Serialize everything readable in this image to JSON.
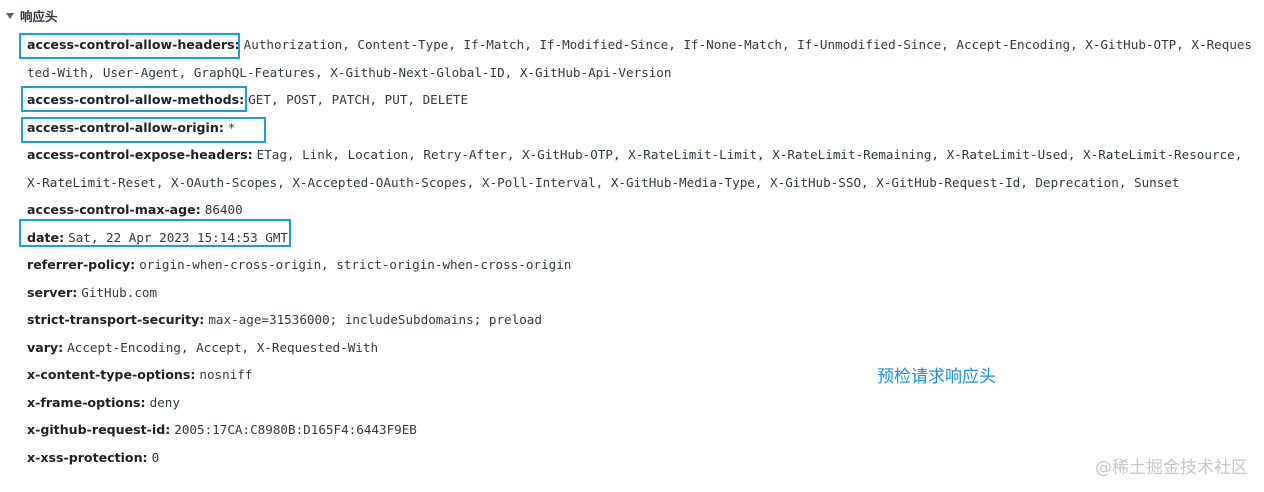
{
  "section": {
    "title": "响应头"
  },
  "headers": [
    {
      "name": "access-control-allow-headers:",
      "value": "Authorization, Content-Type, If-Match, If-Modified-Since, If-None-Match, If-Unmodified-Since, Accept-Encoding, X-GitHub-OTP, X-Requested-With, User-Agent, GraphQL-Features, X-Github-Next-Global-ID, X-GitHub-Api-Version"
    },
    {
      "name": "access-control-allow-methods:",
      "value": "GET, POST, PATCH, PUT, DELETE"
    },
    {
      "name": "access-control-allow-origin:",
      "value": "*"
    },
    {
      "name": "access-control-expose-headers:",
      "value": "ETag, Link, Location, Retry-After, X-GitHub-OTP, X-RateLimit-Limit, X-RateLimit-Remaining, X-RateLimit-Used, X-RateLimit-Resource, X-RateLimit-Reset, X-OAuth-Scopes, X-Accepted-OAuth-Scopes, X-Poll-Interval, X-GitHub-Media-Type, X-GitHub-SSO, X-GitHub-Request-Id, Deprecation, Sunset"
    },
    {
      "name": "access-control-max-age:",
      "value": "86400"
    },
    {
      "name": "date:",
      "value": "Sat, 22 Apr 2023 15:14:53 GMT"
    },
    {
      "name": "referrer-policy:",
      "value": "origin-when-cross-origin, strict-origin-when-cross-origin"
    },
    {
      "name": "server:",
      "value": "GitHub.com"
    },
    {
      "name": "strict-transport-security:",
      "value": "max-age=31536000; includeSubdomains; preload"
    },
    {
      "name": "vary:",
      "value": "Accept-Encoding, Accept, X-Requested-With"
    },
    {
      "name": "x-content-type-options:",
      "value": "nosniff"
    },
    {
      "name": "x-frame-options:",
      "value": "deny"
    },
    {
      "name": "x-github-request-id:",
      "value": "2005:17CA:C8980B:D165F4:6443F9EB"
    },
    {
      "name": "x-xss-protection:",
      "value": "0"
    }
  ],
  "annotation": "预检请求响应头",
  "watermark": "@稀土掘金技术社区",
  "colors": {
    "highlight": "#1ba1cf",
    "annotation": "#1a8fe3"
  }
}
